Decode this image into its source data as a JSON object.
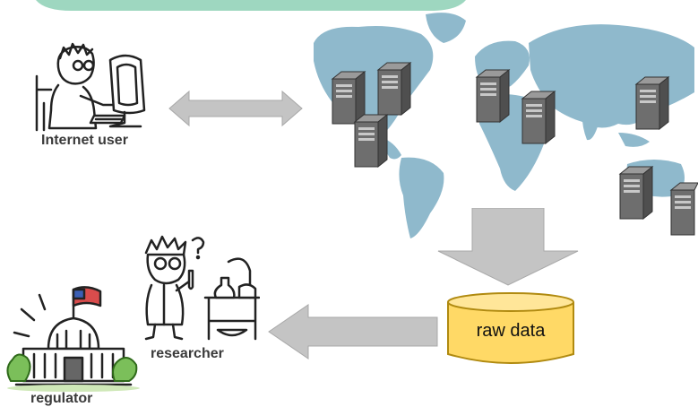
{
  "diagram": {
    "nodes": {
      "internet_user": "Internet user",
      "researcher": "researcher",
      "regulator": "regulator",
      "raw_data": "raw data"
    },
    "colors": {
      "map": "#8fb9cc",
      "arrow": "#c4c4c4",
      "database_fill": "#ffd966",
      "database_stroke": "#b08a10",
      "server": "#6e6e6e",
      "top_band": "#9ed7c0"
    },
    "icons": [
      "user-at-computer-icon",
      "world-map-icon",
      "server-icon",
      "database-icon",
      "researcher-icon",
      "capitol-building-icon"
    ]
  }
}
